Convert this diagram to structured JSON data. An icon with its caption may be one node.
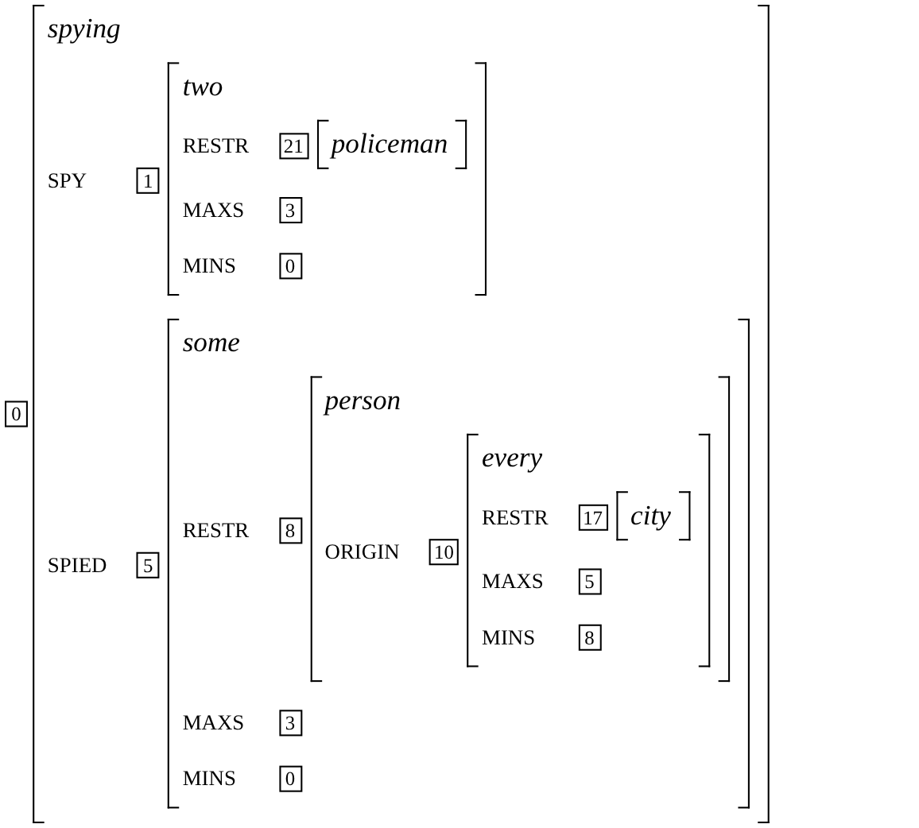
{
  "diagram": {
    "nodes": [
      {
        "text": [
          "0"
        ]
      },
      {
        "text": [
          "spying"
        ]
      },
      {
        "text": [
          "1"
        ],
        "in": 1
      },
      {
        "text": [
          "two"
        ],
        "in": 1
      },
      {
        "text": [
          "21"
        ],
        "in": 3
      },
      {
        "text": [
          "policeman"
        ],
        "in": 3
      },
      {
        "text": [
          "3"
        ],
        "in": 3
      },
      {
        "text": [
          "0"
        ],
        "in": 3
      },
      {
        "text": [
          "5"
        ],
        "in": 1
      },
      {
        "text": [
          "some"
        ],
        "in": 1
      },
      {
        "text": [
          "8"
        ],
        "in": 9
      },
      {
        "text": [
          "person"
        ],
        "in": 9
      },
      {
        "text": [
          "10"
        ],
        "in": 11
      },
      {
        "text": [
          "every"
        ],
        "in": 11
      },
      {
        "text": [
          "17"
        ],
        "in": 13
      },
      {
        "text": [
          "city"
        ],
        "in": 13
      },
      {
        "text": [
          "5"
        ],
        "in": 13
      },
      {
        "text": [
          "8"
        ],
        "in": 13
      },
      {
        "text": [
          "3"
        ],
        "in": 9
      },
      {
        "text": [
          "0"
        ],
        "in": 9
      }
    ],
    "edges": [],
    "labels": [
      "SPY",
      "RESTR",
      "MAXS",
      "MINS",
      "SPIED",
      "RESTR",
      "ORIGIN",
      "RESTR",
      "MAXS",
      "MINS",
      "MAXS",
      "MINS"
    ]
  }
}
